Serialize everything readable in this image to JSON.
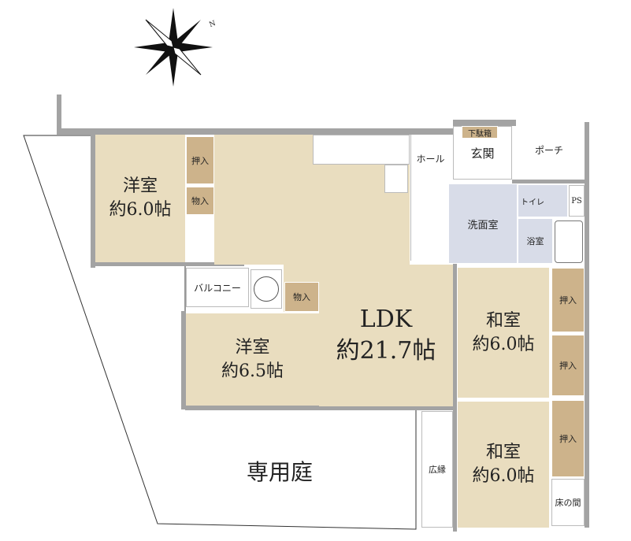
{
  "rooms": {
    "western1": {
      "name": "洋室",
      "size": "約6.0帖"
    },
    "western2": {
      "name": "洋室",
      "size": "約6.5帖"
    },
    "ldk": {
      "name": "LDK",
      "size": "約21.7帖"
    },
    "japanese1": {
      "name": "和室",
      "size": "約6.0帖"
    },
    "japanese2": {
      "name": "和室",
      "size": "約6.0帖"
    },
    "washroom": "洗面室",
    "bath": "浴室",
    "toilet": "トイレ",
    "ps": "PS",
    "hall": "ホール",
    "entrance": "玄関",
    "shoe_box": "下駄箱",
    "porch": "ポーチ",
    "balcony": "バルコニー",
    "veranda": "広縁",
    "tokonoma": "床の間",
    "garden": "専用庭",
    "closet_oshiire": "押入",
    "closet_mono": "物入"
  },
  "compass": {
    "label": "N"
  }
}
